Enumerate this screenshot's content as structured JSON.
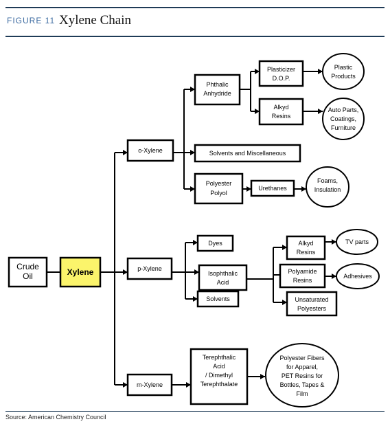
{
  "header": {
    "figure_label": "FIGURE 11",
    "title": "Xylene Chain"
  },
  "source": "Source: American Chemistry Council",
  "nodes": {
    "crude_oil": [
      "Crude",
      "Oil"
    ],
    "xylene": [
      "Xylene"
    ],
    "o_xylene": [
      "o-Xylene"
    ],
    "p_xylene": [
      "p-Xylene"
    ],
    "m_xylene": [
      "m-Xylene"
    ],
    "phthalic_anhydride": [
      "Phthalic",
      "Anhydride"
    ],
    "plasticizer": [
      "Plasticizer",
      "D.O.P."
    ],
    "plastic_products": [
      "Plastic",
      "Products"
    ],
    "alkyd_resins_o": [
      "Alkyd",
      "Resins"
    ],
    "auto_parts": [
      "Auto Parts,",
      "Coatings,",
      "Furniture"
    ],
    "solvents_misc": [
      "Solvents and Miscellaneous"
    ],
    "polyester_polyol": [
      "Polyester",
      "Polyol"
    ],
    "urethanes": [
      "Urethanes"
    ],
    "foams": [
      "Foams,",
      "Insulation"
    ],
    "dyes": [
      "Dyes"
    ],
    "isophthalic_acid": [
      "Isophthalic",
      "Acid"
    ],
    "solvents_p": [
      "Solvents"
    ],
    "alkyd_resins_p": [
      "Alkyd",
      "Resins"
    ],
    "tv_parts": [
      "TV parts"
    ],
    "polyamide_resins": [
      "Polyamide",
      "Resins"
    ],
    "adhesives": [
      "Adhesives"
    ],
    "unsaturated_polyesters": [
      "Unsaturated",
      "Polyesters"
    ],
    "terephthalic": [
      "Terephthalic",
      "Acid",
      "/ Dimethyl",
      "Terephthalate"
    ],
    "polyester_fibers": [
      "Polyester Fibers",
      "for Apparel,",
      "PET Resins for",
      "Bottles, Tapes &",
      "Film"
    ]
  }
}
